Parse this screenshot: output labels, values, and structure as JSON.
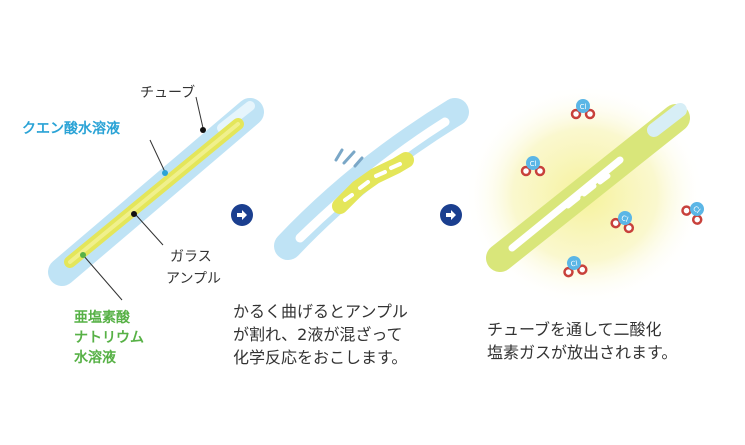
{
  "labels": {
    "tube": "チューブ",
    "citric": "クエン酸水溶液",
    "glass_ampoule": [
      "ガラス",
      "アンプル"
    ],
    "chlorite": [
      "亜塩素酸",
      "ナトリウム",
      "水溶液"
    ]
  },
  "steps": [
    {
      "caption": [
        "かるく曲げるとアンプル",
        "が割れ、2液が混ざって",
        "化学反応をおこします。"
      ]
    },
    {
      "caption": [
        "チューブを通して二酸化",
        "塩素ガスが放出されます。"
      ]
    }
  ],
  "molecule_symbol": "Cl",
  "icons": [
    "arrow-right-icon",
    "arrow-right-icon"
  ],
  "colors": {
    "tube_blue": "#bfe3f5",
    "tube_highlight": "#e6f5fc",
    "liquid_yellow": "#e4e65a",
    "mixed_liquid": "#d9e67a",
    "gas_glow": "#f6f29a",
    "arrow_navy": "#1b3f8f",
    "label_cyan": "#2aa3d6",
    "label_green": "#57b146",
    "oxygen_red": "#c8413b",
    "chlorine_blue": "#5bb6e6"
  }
}
